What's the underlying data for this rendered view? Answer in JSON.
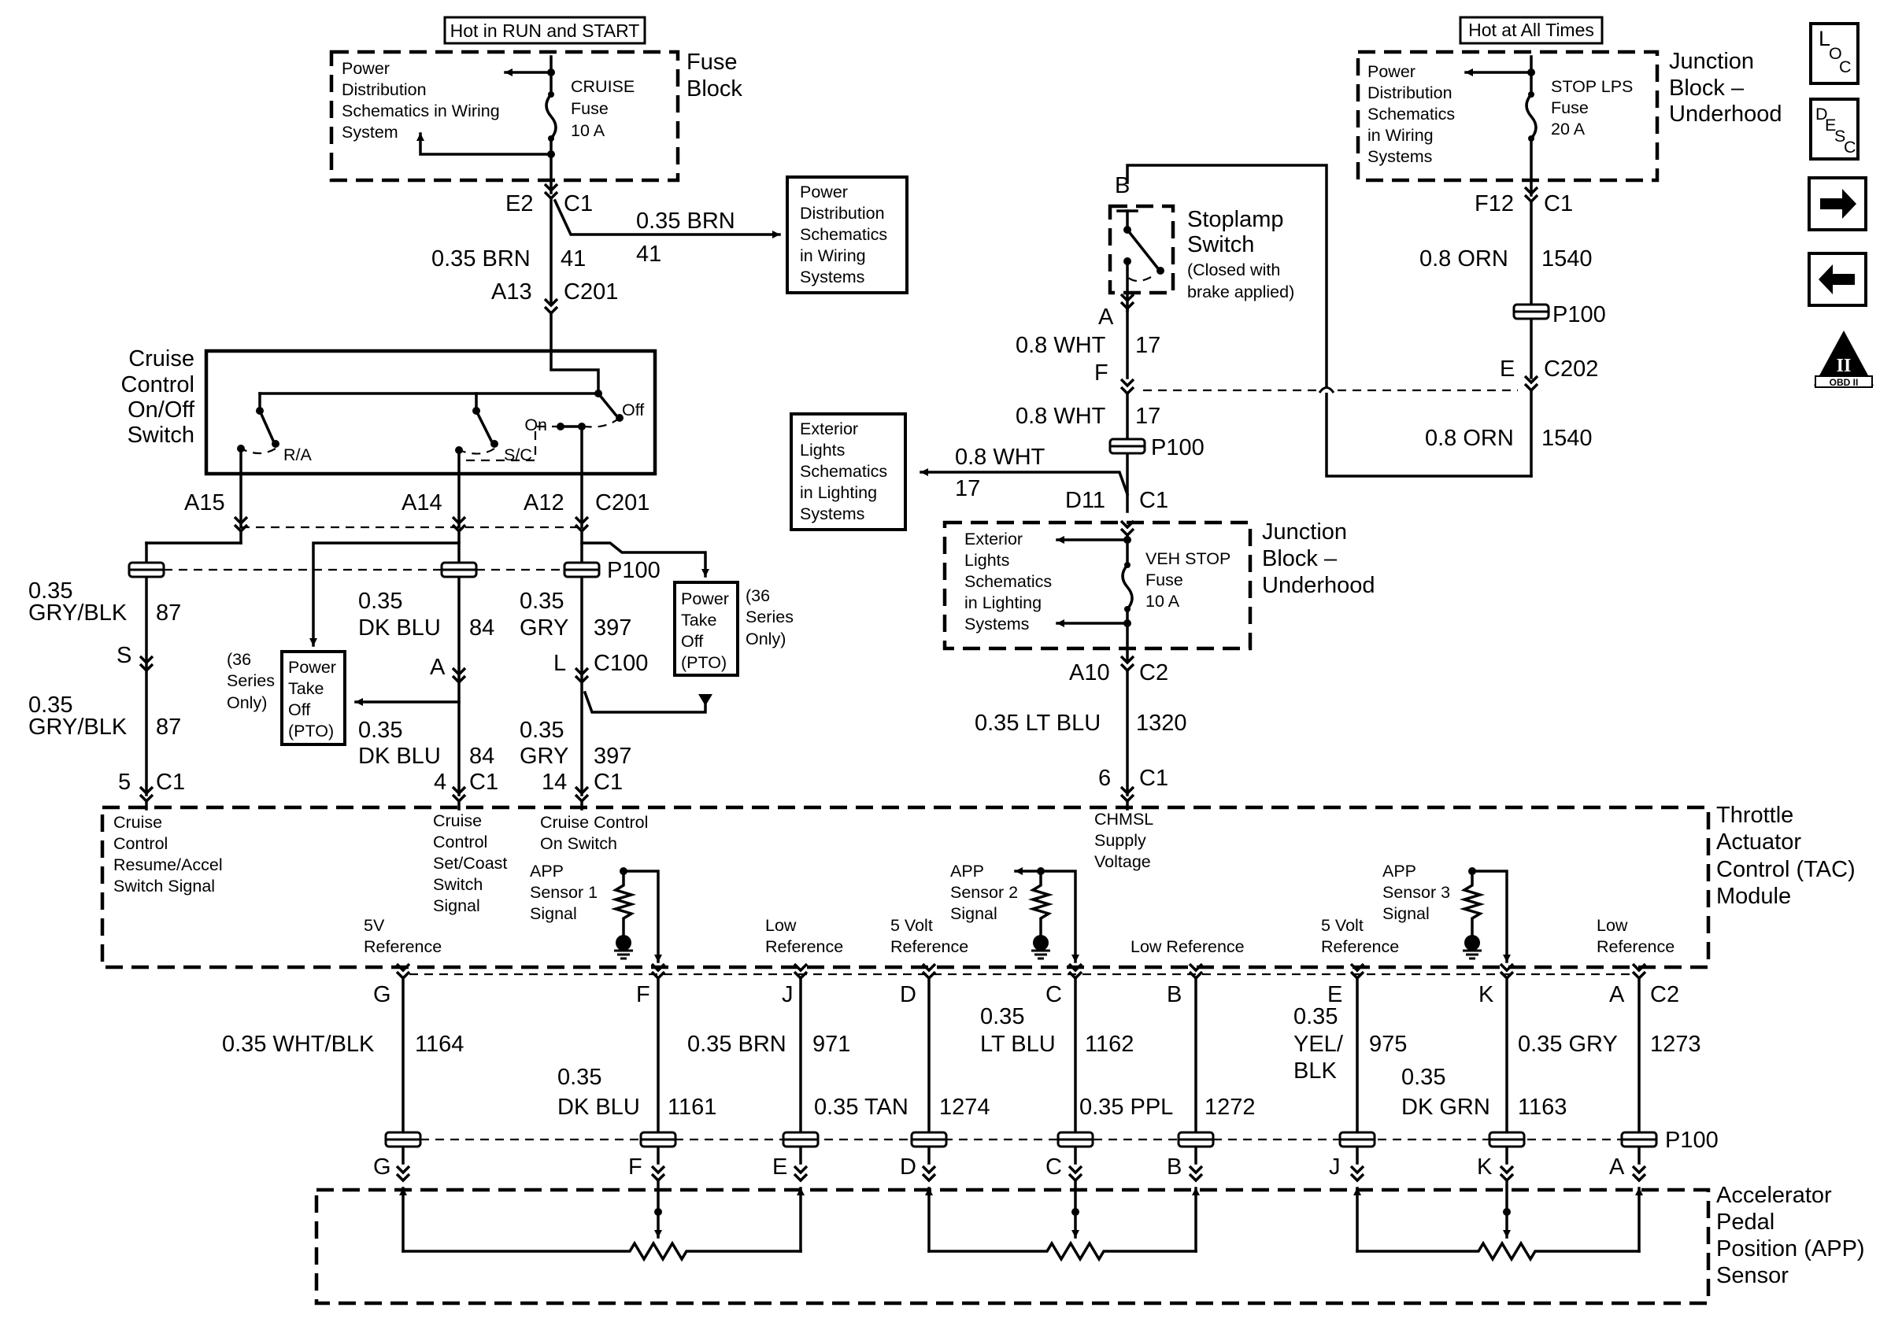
{
  "top_left": {
    "hot_label": "Hot in RUN and START",
    "block_title": [
      "Fuse",
      "Block"
    ],
    "pdist": [
      "Power",
      "Distribution",
      "Schematics in Wiring",
      "System"
    ],
    "fuse": [
      "CRUISE",
      "Fuse",
      "10 A"
    ],
    "e2": "E2",
    "c1": "C1",
    "brn_upper": "0.35 BRN",
    "n41_upper": "41",
    "brn": "0.35 BRN",
    "n41": "41",
    "a13": "A13",
    "c201": "C201",
    "pdist_box": [
      "Power",
      "Distribution",
      "Schematics",
      "in Wiring",
      "Systems"
    ]
  },
  "cruise_switch": {
    "title": [
      "Cruise",
      "Control",
      "On/Off",
      "Switch"
    ],
    "off": "Off",
    "on": "On",
    "ra": "R/A",
    "sc": "S/C",
    "a15": "A15",
    "a14": "A14",
    "a12": "A12",
    "c201": "C201"
  },
  "left_wires": {
    "gry_blk_1": [
      "0.35",
      "GRY/BLK"
    ],
    "n87_1": "87",
    "s": "S",
    "gry_blk_2": [
      "0.35",
      "GRY/BLK"
    ],
    "n87_2": "87",
    "p100": "P100",
    "dkblu_1": [
      "0.35",
      "DK BLU"
    ],
    "n84_1": "84",
    "a": "A",
    "dkblu_2": [
      "0.35",
      "DK BLU"
    ],
    "n84_2": "84",
    "gry_1": [
      "0.35",
      "GRY"
    ],
    "n397_1": "397",
    "l": "L",
    "c100": "C100",
    "gry_2": [
      "0.35",
      "GRY"
    ],
    "n397_2": "397",
    "pto": [
      "Power",
      "Take",
      "Off",
      "(PTO)"
    ],
    "series_note": [
      "(36",
      "Series",
      "Only)"
    ],
    "pin5": "5",
    "pin4": "4",
    "pin14": "14",
    "c1": "C1"
  },
  "right_top": {
    "hot_label": "Hot at All Times",
    "block_title": [
      "Junction",
      "Block –",
      "Underhood"
    ],
    "pdist": [
      "Power",
      "Distribution",
      "Schematics",
      "in Wiring",
      "Systems"
    ],
    "fuse": [
      "STOP LPS",
      "Fuse",
      "20 A"
    ],
    "f12": "F12",
    "c1": "C1",
    "orn": "0.8 ORN",
    "n1540": "1540",
    "p100": "P100",
    "e": "E",
    "c202": "C202",
    "orn2": "0.8 ORN",
    "n1540_2": "1540",
    "b": "B",
    "stoplamp": [
      "Stoplamp",
      "Switch"
    ],
    "stoplamp_note": [
      "(Closed with",
      "brake applied)"
    ],
    "a": "A",
    "wht1": "0.8 WHT",
    "n17_1": "17",
    "f": "F",
    "wht2": "0.8 WHT",
    "n17_2": "17",
    "p100_b": "P100",
    "wht3": "0.8 WHT",
    "n17_3": "17",
    "d11": "D11",
    "c1_b": "C1",
    "ext_box": [
      "Exterior",
      "Lights",
      "Schematics",
      "in Lighting",
      "Systems"
    ],
    "jb_title": [
      "Junction",
      "Block –",
      "Underhood"
    ],
    "jb_ext": [
      "Exterior",
      "Lights",
      "Schematics",
      "in Lighting",
      "Systems"
    ],
    "vehstop": [
      "VEH STOP",
      "Fuse",
      "10 A"
    ],
    "a10": "A10",
    "c2": "C2",
    "ltblu": "0.35 LT BLU",
    "n1320": "1320",
    "pin6": "6",
    "c1_c": "C1"
  },
  "tac": {
    "title": [
      "Throttle",
      "Actuator",
      "Control (TAC)",
      "Module"
    ],
    "resume": [
      "Cruise",
      "Control",
      "Resume/Accel",
      "Switch Signal"
    ],
    "setcoast": [
      "Cruise",
      "Control",
      "Set/Coast",
      "Switch",
      "Signal"
    ],
    "onsw": [
      "Cruise Control",
      "On Switch"
    ],
    "chmsl": [
      "CHMSL",
      "Supply",
      "Voltage"
    ],
    "app1": [
      "APP",
      "Sensor 1",
      "Signal"
    ],
    "app2": [
      "APP",
      "Sensor 2",
      "Signal"
    ],
    "app3": [
      "APP",
      "Sensor 3",
      "Signal"
    ],
    "ref5v": [
      "5V",
      "Reference"
    ],
    "lowref1": [
      "Low",
      "Reference"
    ],
    "ref5v2": [
      "5 Volt",
      "Reference"
    ],
    "lowref2": "Low Reference",
    "ref5v3": [
      "5 Volt",
      "Reference"
    ],
    "lowref3": [
      "Low",
      "Reference"
    ],
    "c2": "C2",
    "pins": [
      "G",
      "F",
      "J",
      "D",
      "C",
      "B",
      "E",
      "K",
      "A"
    ]
  },
  "bottom_wires": {
    "w1164": "0.35 WHT/BLK",
    "n1164": "1164",
    "w1161": [
      "0.35",
      "DK BLU"
    ],
    "n1161": "1161",
    "w971": "0.35 BRN",
    "n971": "971",
    "w1274": "0.35 TAN",
    "n1274": "1274",
    "w1162": [
      "0.35",
      "LT BLU"
    ],
    "n1162": "1162",
    "w1272": "0.35 PPL",
    "n1272": "1272",
    "w975": [
      "0.35",
      "YEL/",
      "BLK"
    ],
    "n975": "975",
    "w1163": [
      "0.35",
      "DK GRN"
    ],
    "n1163": "1163",
    "w1273": "0.35 GRY",
    "n1273": "1273",
    "p100": "P100",
    "app_pins": [
      "G",
      "F",
      "E",
      "D",
      "C",
      "B",
      "J",
      "K",
      "A"
    ]
  },
  "app_sensor": {
    "title": [
      "Accelerator",
      "Pedal",
      "Position (APP)",
      "Sensor"
    ]
  },
  "nav": {
    "loc": [
      "L",
      "O",
      "C"
    ],
    "desc": [
      "D",
      "E",
      "S",
      "C"
    ],
    "obd": "OBD II",
    "obd_roman": "II",
    "icons": [
      "loc-icon",
      "desc-icon",
      "arrow-right-icon",
      "arrow-left-icon",
      "obd-ii-icon"
    ]
  }
}
